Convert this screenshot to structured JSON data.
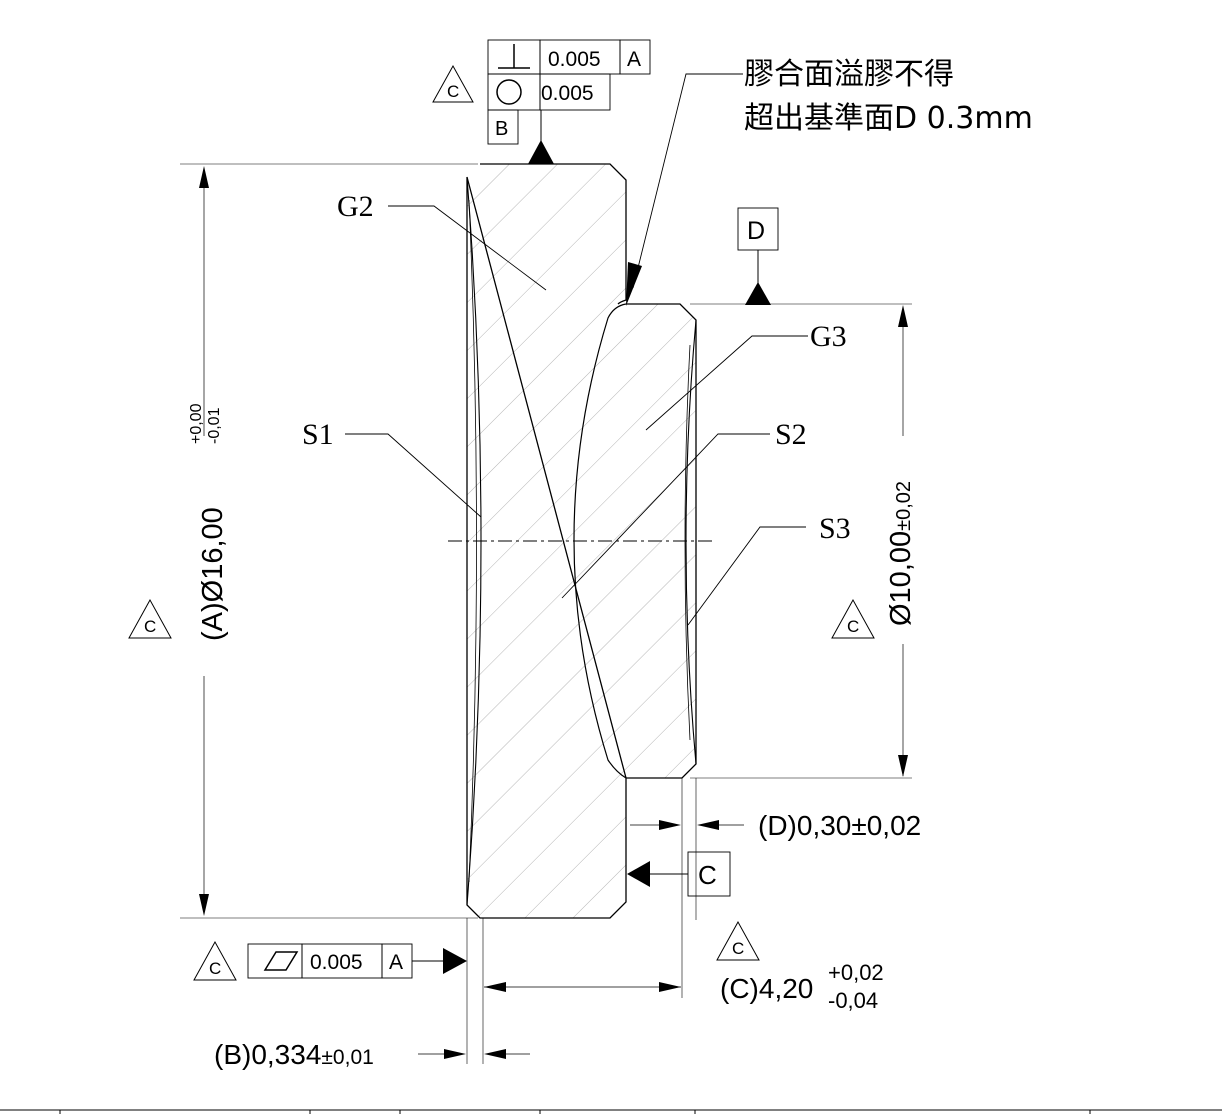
{
  "note": {
    "line1": "膠合面溢膠不得",
    "line2": "超出基準面D 0.3mm"
  },
  "parts": {
    "g2": "G2",
    "g3": "G3",
    "s1": "S1",
    "s2": "S2",
    "s3": "S3"
  },
  "critical_mark": "C",
  "top_fcf": {
    "row1_symbol": "⊥",
    "row1_tolerance": "0.005",
    "row1_datum": "A",
    "row2_symbol": "○",
    "row2_tolerance": "0.005",
    "row3_datum": "B"
  },
  "bottom_fcf": {
    "symbol": "▱",
    "tolerance": "0.005",
    "datum": "A"
  },
  "datums": {
    "d": "D",
    "c": "C"
  },
  "dimensions": {
    "a_main": "(A)Ø16,00",
    "a_upper": "+0,00",
    "a_lower": "-0,01",
    "b_main": "(B)0,334",
    "b_tol": "±0,01",
    "c_main": "(C)4,20",
    "c_upper": "+0,02",
    "c_lower": "-0,04",
    "d_main": "(D)0,30±0,02",
    "dia10_main": "Ø10,00",
    "dia10_tol": "±0,02"
  }
}
